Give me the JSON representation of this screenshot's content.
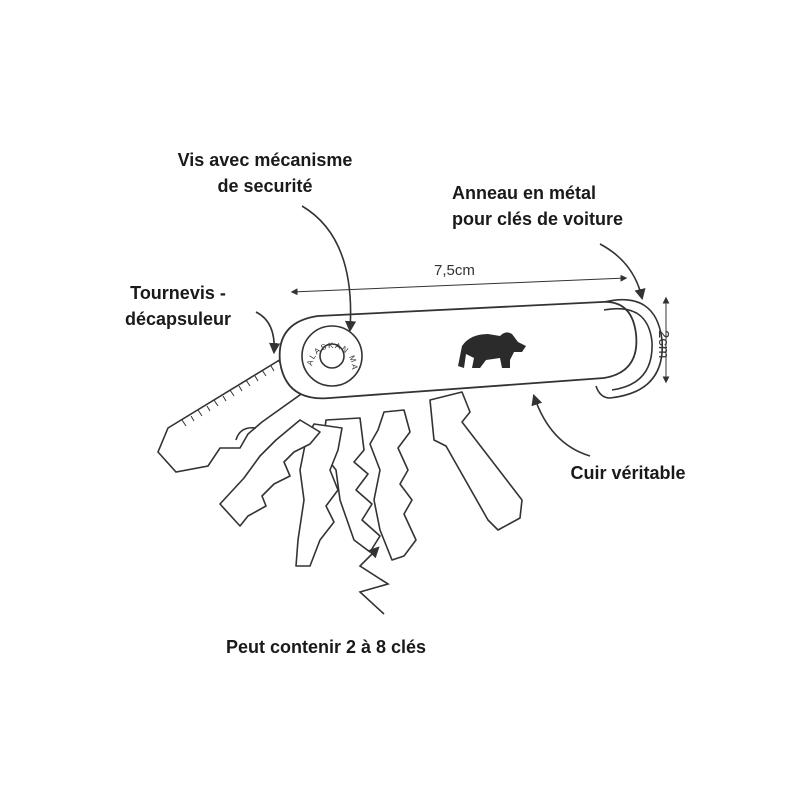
{
  "callouts": {
    "screw": {
      "line1": "Vis avec mécanisme",
      "line2": "de securité"
    },
    "ring": {
      "line1": "Anneau en métal",
      "line2": "pour clés de voiture"
    },
    "screwdriver": {
      "line1": "Tournevis -",
      "line2": "décapsuleur"
    },
    "leather": {
      "text": "Cuir véritable"
    },
    "capacity": {
      "text": "Peut contenir 2 à 8 clés"
    }
  },
  "dimensions": {
    "length": "7,5cm",
    "width": "2cm"
  },
  "brand": {
    "text": "ALASKAN MAKER"
  },
  "colors": {
    "line": "#333333",
    "bear": "#2b2b2b",
    "background": "#ffffff"
  }
}
